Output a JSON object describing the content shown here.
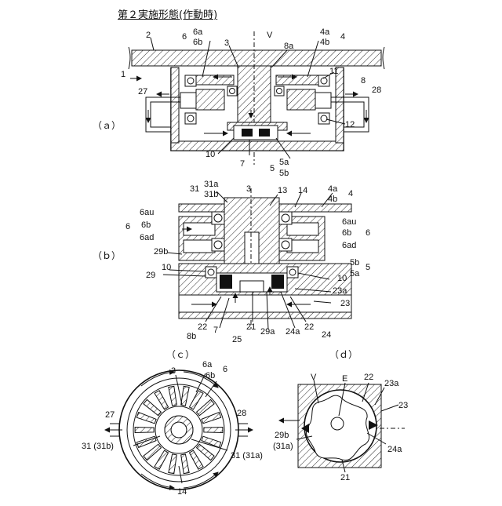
{
  "title": "第２実施形態(作動時)",
  "panels": [
    {
      "id": "a",
      "label": "（ａ）"
    },
    {
      "id": "b",
      "label": "（ｂ）"
    },
    {
      "id": "c",
      "label": "（ｃ）"
    },
    {
      "id": "d",
      "label": "（ｄ）"
    }
  ],
  "refs_a": [
    "2",
    "6",
    "6a",
    "6b",
    "3",
    "V",
    "8a",
    "4a",
    "4b",
    "4",
    "1",
    "27",
    "11",
    "8",
    "28",
    "12",
    "10",
    "7",
    "5",
    "5a",
    "5b"
  ],
  "refs_b": [
    "31",
    "31a",
    "31b",
    "3",
    "13",
    "14",
    "4a",
    "4b",
    "4",
    "6au",
    "6b",
    "6ad",
    "6",
    "29b",
    "10",
    "29",
    "5b",
    "5a",
    "5",
    "23a",
    "23",
    "22",
    "7",
    "21",
    "29a",
    "24a",
    "24",
    "8b",
    "25"
  ],
  "refs_c": [
    "3",
    "6a",
    "6b",
    "6",
    "27",
    "28",
    "31 (31b)",
    "31 (31a)",
    "14"
  ],
  "refs_d": [
    "V",
    "E",
    "22",
    "23a",
    "23",
    "29b",
    "(31a)",
    "24a",
    "21"
  ]
}
